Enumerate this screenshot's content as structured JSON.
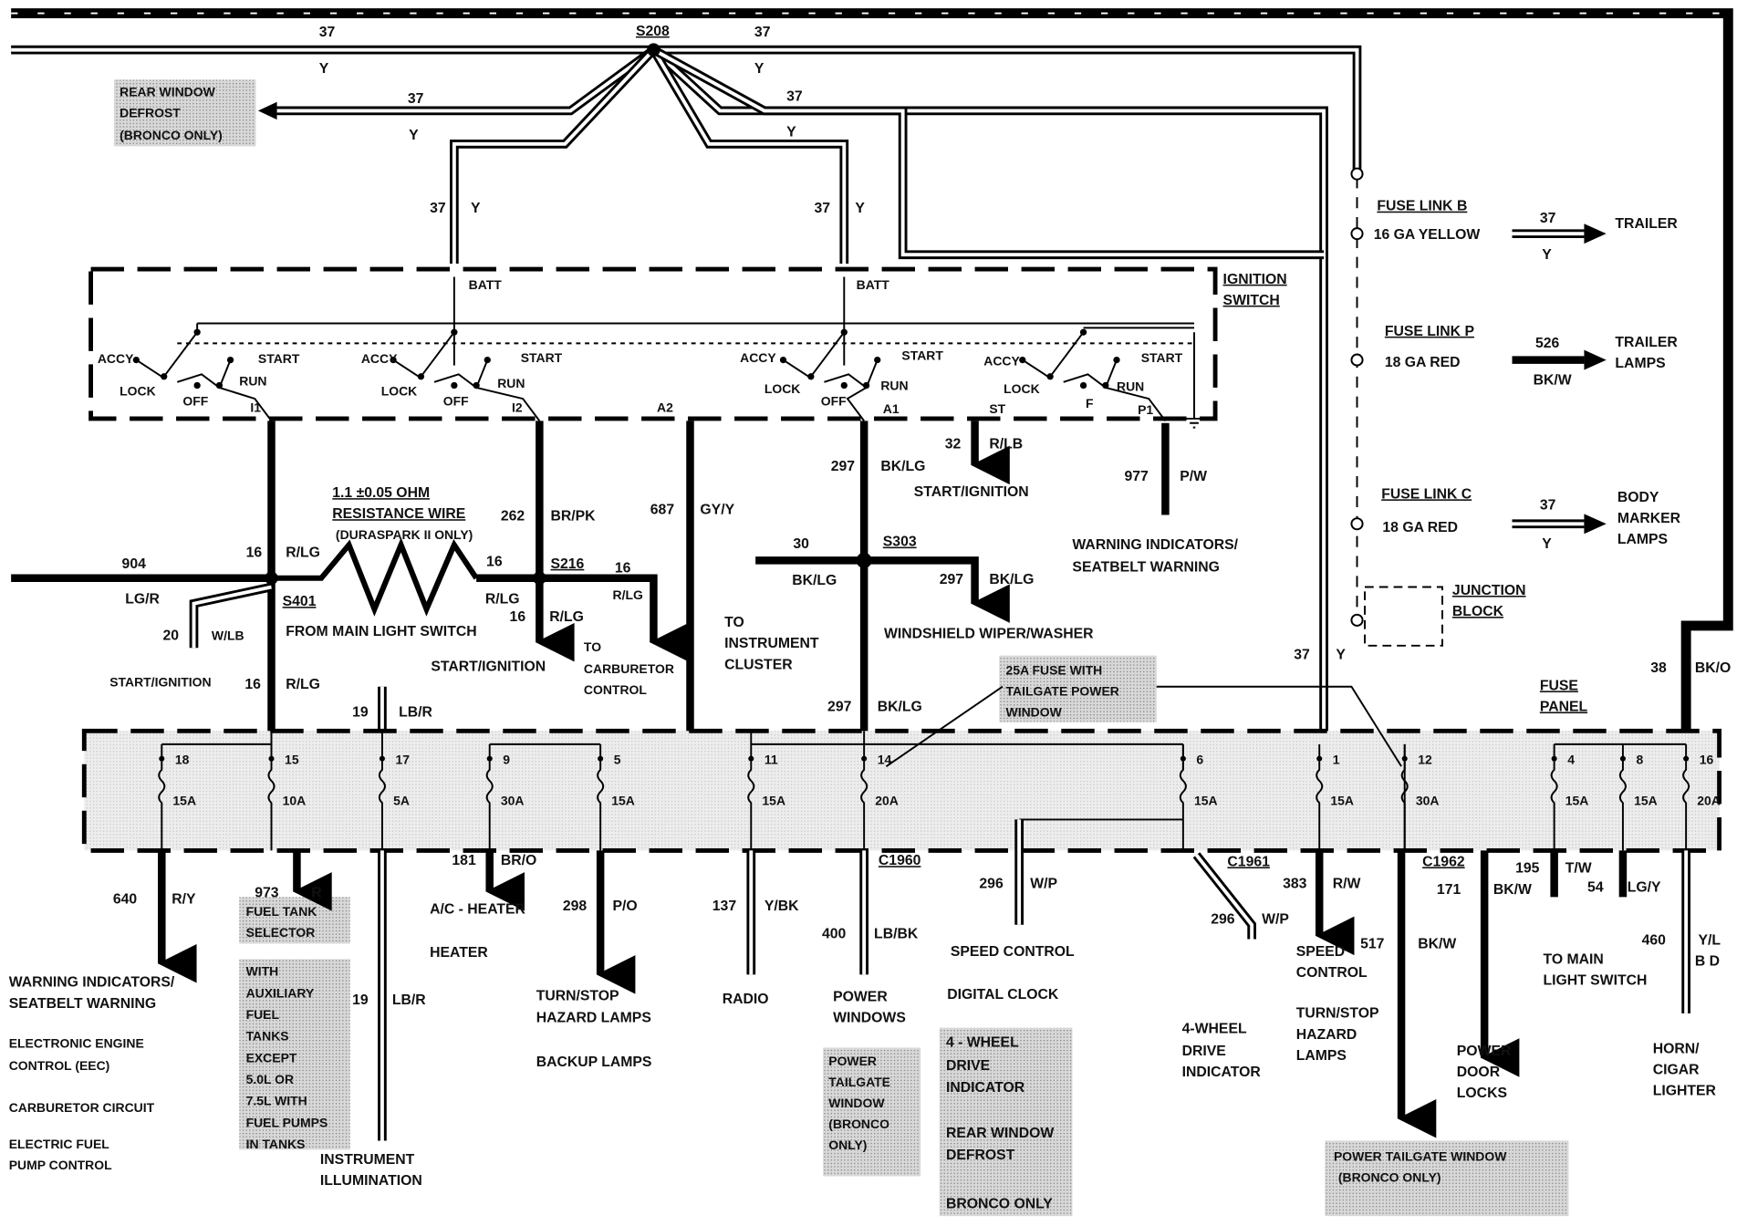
{
  "top": {
    "w37a": "37",
    "ya": "Y",
    "splice": "S208",
    "w37b": "37",
    "yb": "Y"
  },
  "rear_defrost": {
    "lines": [
      "REAR WINDOW",
      "DEFROST",
      "(BRONCO ONLY)"
    ],
    "num": "37",
    "color": "Y"
  },
  "right_branch": {
    "num": "37",
    "color": "Y"
  },
  "batt_feeds": [
    {
      "num": "37",
      "color": "Y",
      "label": "BATT"
    },
    {
      "num": "37",
      "color": "Y",
      "label": "BATT"
    }
  ],
  "ignition_switch": {
    "title": [
      "IGNITION",
      "SWITCH"
    ],
    "sections": [
      {
        "accy": "ACCY",
        "lock": "LOCK",
        "off": "OFF",
        "run": "RUN",
        "start": "START",
        "term": "I1"
      },
      {
        "accy": "ACCY",
        "lock": "LOCK",
        "off": "OFF",
        "run": "RUN",
        "start": "START",
        "term": "I2",
        "term2": "A2"
      },
      {
        "accy": "ACCY",
        "lock": "LOCK",
        "off": "OFF",
        "run": "RUN",
        "start": "START",
        "term": "A1",
        "term2": "ST"
      },
      {
        "accy": "ACCY",
        "lock": "LOCK",
        "off": "F",
        "run": "RUN",
        "start": "START",
        "term": "P1"
      }
    ]
  },
  "mid": {
    "w16a": "16",
    "rlg_a": "R/LG",
    "w904": "904",
    "lgr": "LG/R",
    "res": [
      "1.1 ±0.05 OHM",
      "RESISTANCE WIRE",
      "(DURASPARK II ONLY)"
    ],
    "w262": "262",
    "brpk": "BR/PK",
    "w687": "687",
    "gyy": "GY/Y",
    "w297a": "297",
    "bklg_a": "BK/LG",
    "w32": "32",
    "rlb": "R/LB",
    "start_ign_a": "START/IGNITION",
    "w977": "977",
    "pw": "P/W",
    "warn": [
      "WARNING INDICATORS/",
      "SEATBELT WARNING"
    ],
    "w16b": "16",
    "rlg_b": "R/LG",
    "s216": "S216",
    "w16c": "16",
    "rlg_c": "R/LG",
    "s401": "S401",
    "from_mls": "FROM MAIN LIGHT SWITCH",
    "w20": "20",
    "wlb": "W/LB",
    "start_ign_b": "START/IGNITION",
    "w16d": "16",
    "rlg_d": "R/LG",
    "start_ign_c": "START/IGNITION",
    "carb": [
      "TO",
      "CARBURETOR",
      "CONTROL"
    ],
    "w16e": "16",
    "rlg_e": "R/LG",
    "w19": "19",
    "lbr": "LB/R",
    "w30": "30",
    "bklg_b": "BK/LG",
    "s303": "S303",
    "w297b": "297",
    "bklg_c": "BK/LG",
    "cluster": [
      "TO",
      "INSTRUMENT",
      "CLUSTER"
    ],
    "wiper": "WINDSHIELD WIPER/WASHER",
    "w297c": "297",
    "bklg_d": "BK/LG",
    "fuse25": [
      "25A FUSE WITH",
      "TAILGATE POWER",
      "WINDOW"
    ],
    "w37": "37",
    "y": "Y",
    "fuse_panel": [
      "FUSE",
      "PANEL"
    ],
    "w38": "38",
    "bko": "BK/O",
    "junction": [
      "JUNCTION",
      "BLOCK"
    ]
  },
  "fuse_links": [
    {
      "title": "FUSE LINK B",
      "spec": "16 GA YELLOW",
      "num": "37",
      "color": "Y",
      "dest": [
        "TRAILER"
      ]
    },
    {
      "title": "FUSE LINK P",
      "spec": "18 GA RED",
      "num": "526",
      "color": "BK/W",
      "dest": [
        "TRAILER",
        "LAMPS"
      ]
    },
    {
      "title": "FUSE LINK C",
      "spec": "18 GA RED",
      "num": "37",
      "color": "Y",
      "dest": [
        "BODY",
        "MARKER",
        "LAMPS"
      ]
    }
  ],
  "fuses": [
    {
      "num": "18",
      "rating": "15A"
    },
    {
      "num": "15",
      "rating": "10A"
    },
    {
      "num": "17",
      "rating": "5A"
    },
    {
      "num": "9",
      "rating": "30A"
    },
    {
      "num": "5",
      "rating": "15A"
    },
    {
      "num": "11",
      "rating": "15A"
    },
    {
      "num": "14",
      "rating": "20A"
    },
    {
      "num": "6",
      "rating": "15A"
    },
    {
      "num": "1",
      "rating": "15A"
    },
    {
      "num": "12",
      "rating": "30A"
    },
    {
      "num": "4",
      "rating": "15A"
    },
    {
      "num": "8",
      "rating": "15A"
    },
    {
      "num": "16",
      "rating": "20A"
    }
  ],
  "outputs": {
    "w640": "640",
    "ry": "R/Y",
    "warn": [
      "WARNING INDICATORS/",
      "SEATBELT WARNING"
    ],
    "eec": [
      "ELECTRONIC ENGINE",
      "CONTROL (EEC)"
    ],
    "carb": "CARBURETOR CIRCUIT",
    "efp": [
      "ELECTRIC FUEL",
      "PUMP CONTROL"
    ],
    "w973": "973",
    "r": "R",
    "fuel_sel": [
      "FUEL TANK",
      "SELECTOR"
    ],
    "aux": [
      "WITH",
      "AUXILIARY",
      "FUEL",
      "TANKS",
      "EXCEPT",
      "5.0L OR",
      "7.5L WITH",
      "FUEL PUMPS",
      "IN TANKS"
    ],
    "w19": "19",
    "lbr": "LB/R",
    "instr": [
      "INSTRUMENT",
      "ILLUMINATION"
    ],
    "w181": "181",
    "bro": "BR/O",
    "ac": "A/C - HEATER",
    "heater": "HEATER",
    "w298": "298",
    "po": "P/O",
    "turn": [
      "TURN/STOP",
      "HAZARD LAMPS"
    ],
    "backup": "BACKUP LAMPS",
    "w137": "137",
    "ybk": "Y/BK",
    "radio": "RADIO",
    "w400": "400",
    "lbbk": "LB/BK",
    "c1960": "C1960",
    "pwin": [
      "POWER",
      "WINDOWS"
    ],
    "ptw": [
      "POWER",
      "TAILGATE",
      "WINDOW",
      "(BRONCO",
      "ONLY)"
    ],
    "w296a": "296",
    "wp_a": "W/P",
    "speed": "SPEED CONTROL",
    "clock": "DIGITAL CLOCK",
    "box4wd": [
      "4 - WHEEL",
      "DRIVE",
      "INDICATOR"
    ],
    "boxdef": [
      "REAR WINDOW",
      "DEFROST"
    ],
    "boxbr": "BRONCO ONLY",
    "c1961": "C1961",
    "w296b": "296",
    "wp_b": "W/P",
    "fwd": [
      "4-WHEEL",
      "DRIVE",
      "INDICATOR"
    ],
    "w383": "383",
    "rw": "R/W",
    "speed2": [
      "SPEED",
      "CONTROL"
    ],
    "turn2": [
      "TURN/STOP",
      "HAZARD",
      "LAMPS"
    ],
    "w517": "517",
    "bkw_a": "BK/W",
    "c1962": "C1962",
    "w171": "171",
    "bkw_b": "BK/W",
    "pdl": [
      "POWER",
      "DOOR",
      "LOCKS"
    ],
    "ptw2": [
      "POWER TAILGATE WINDOW",
      "(BRONCO ONLY)"
    ],
    "w195": "195",
    "tw": "T/W",
    "w54": "54",
    "lgy": "LG/Y",
    "tmls": [
      "TO MAIN",
      "LIGHT SWITCH"
    ],
    "w460": "460",
    "yl": "Y/L",
    "bd": "B D",
    "horn": [
      "HORN/",
      "CIGAR",
      "LIGHTER"
    ]
  }
}
